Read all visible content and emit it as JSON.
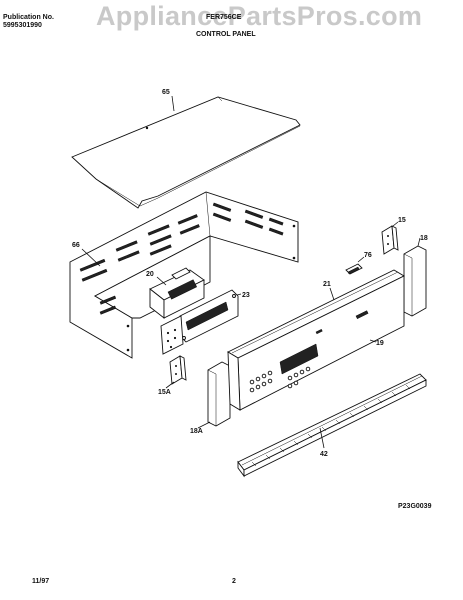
{
  "header": {
    "publication_label": "Publication No.",
    "publication_number": "5995301990",
    "model": "FER756CE",
    "section_title": "CONTROL PANEL"
  },
  "watermark": "AppliancePartsPros.com",
  "callouts": {
    "p65": "65",
    "p66": "66",
    "p20": "20",
    "p23": "23",
    "p15": "15",
    "p15a": "15A",
    "p18": "18",
    "p18a": "18A",
    "p76": "76",
    "p21": "21",
    "p19": "19",
    "p42": "42"
  },
  "diagram_code": "P23G0039",
  "footer": {
    "date": "11/97",
    "page": "2"
  }
}
